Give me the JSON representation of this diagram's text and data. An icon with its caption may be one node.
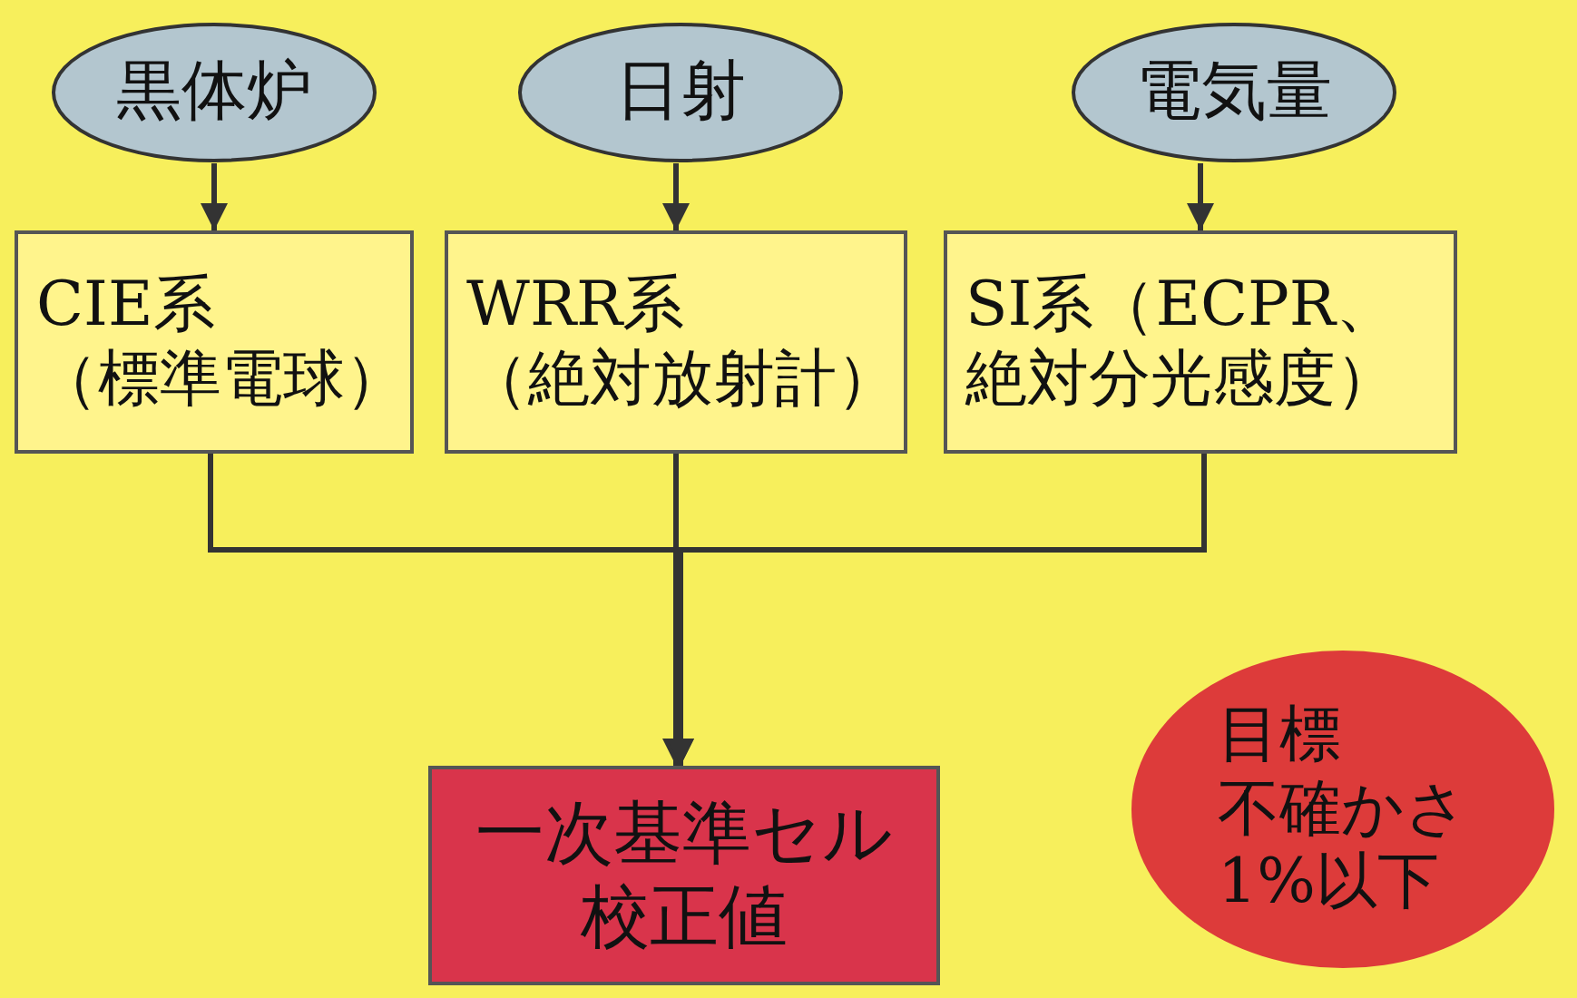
{
  "diagram": {
    "nodes": [
      {
        "text": [
          "黒体炉"
        ]
      },
      {
        "text": [
          "日射"
        ]
      },
      {
        "text": [
          "電気量"
        ]
      },
      {
        "text": [
          "CIE系（標準電球）"
        ]
      },
      {
        "text": [
          "WRR系（絶対放射計）"
        ]
      },
      {
        "text": [
          "SI系（ECPR、絶対分光感度）"
        ]
      },
      {
        "text": [
          "一次基準セル校正値"
        ]
      },
      {
        "text": [
          "目標",
          "不確かさ",
          "1%以下"
        ]
      }
    ],
    "edges": [
      {
        "from": 0,
        "to": 3,
        "arrow": "to"
      },
      {
        "from": 1,
        "to": 4,
        "arrow": "to"
      },
      {
        "from": 2,
        "to": 5,
        "arrow": "to"
      },
      {
        "from": 3,
        "to": 6,
        "arrow": "to"
      },
      {
        "from": 4,
        "to": 6,
        "arrow": "to"
      },
      {
        "from": 5,
        "to": 6,
        "arrow": "to"
      }
    ]
  }
}
